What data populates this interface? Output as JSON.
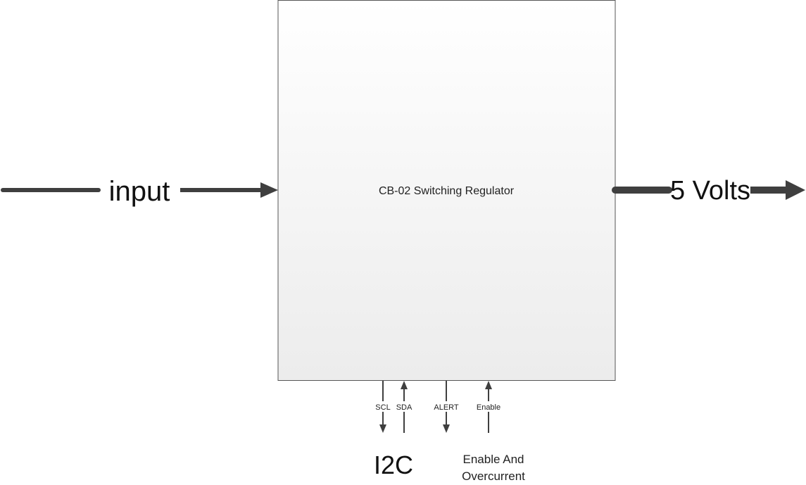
{
  "block": {
    "title": "CB-02 Switching Regulator"
  },
  "input": {
    "label": "input"
  },
  "output": {
    "label": "5 Volts"
  },
  "signals": {
    "scl": "SCL",
    "sda": "SDA",
    "alert": "ALERT",
    "enable": "Enable"
  },
  "groups": {
    "i2c": "I2C",
    "enable_line1": "Enable And",
    "enable_line2": "Overcurrent"
  },
  "colors": {
    "line": "#3f3f3f",
    "block_fill_top": "#ffffff",
    "block_fill_bottom": "#ececec",
    "block_stroke": "#555555"
  }
}
